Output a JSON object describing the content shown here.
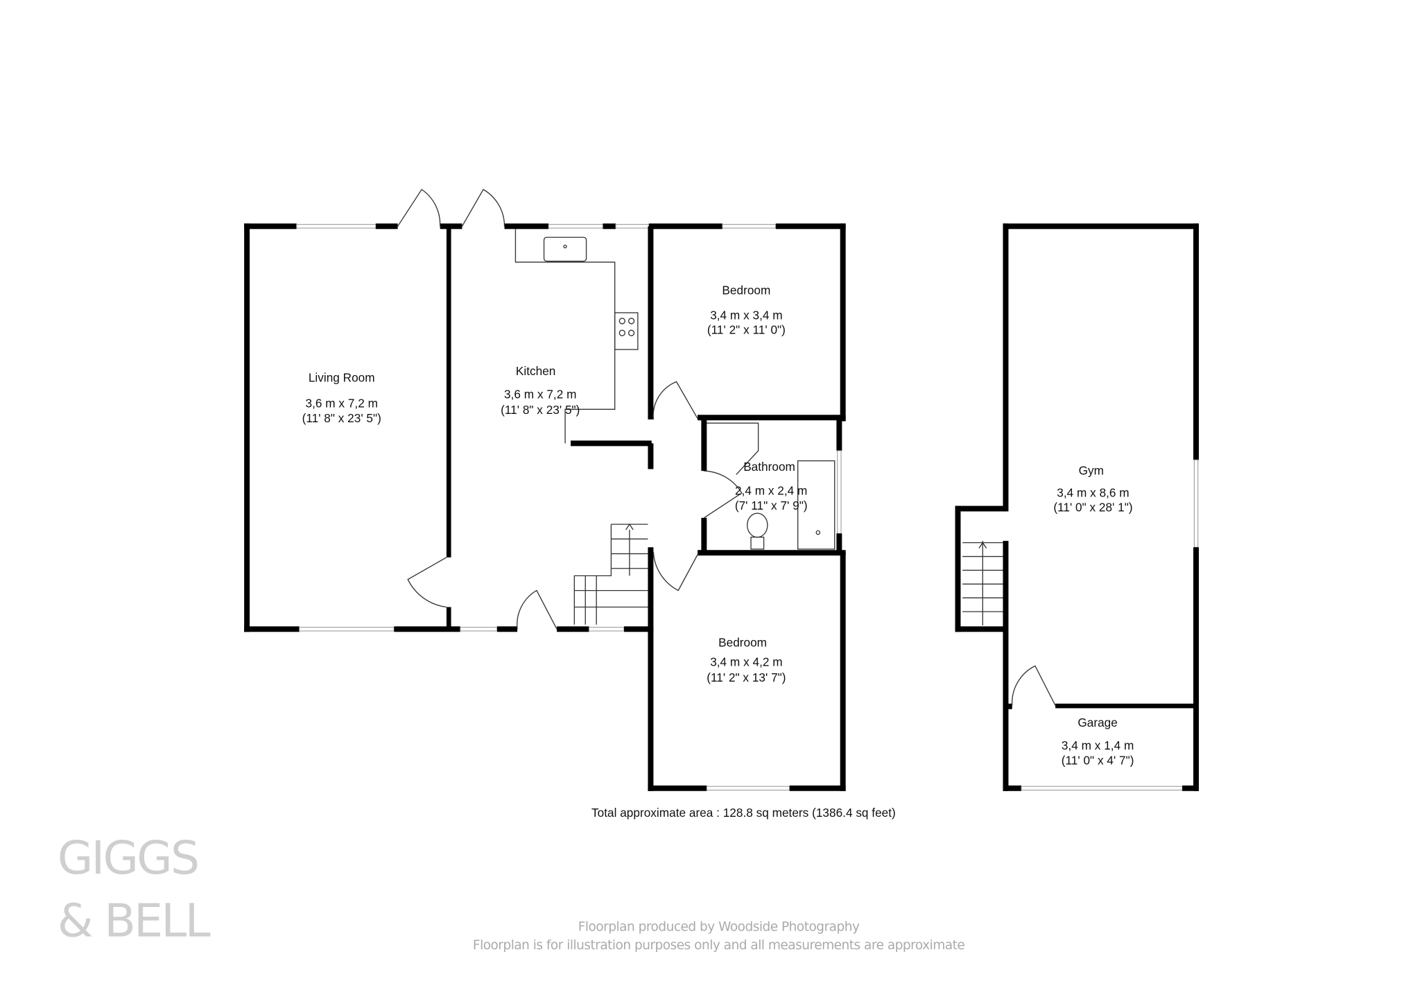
{
  "rooms": {
    "living_room": {
      "name": "Living Room",
      "metric": "3,6 m x 7,2 m",
      "imperial": "(11' 8\" x 23' 5\")"
    },
    "kitchen": {
      "name": "Kitchen",
      "metric": "3,6 m x 7,2 m",
      "imperial": "(11' 8\" x 23' 5\")"
    },
    "bedroom_1": {
      "name": "Bedroom",
      "metric": "3,4 m x 3,4 m",
      "imperial": "(11' 2\" x 11' 0\")"
    },
    "bathroom": {
      "name": "Bathroom",
      "metric": "2,4 m x 2,4 m",
      "imperial": "(7' 11\" x 7' 9\")"
    },
    "bedroom_2": {
      "name": "Bedroom",
      "metric": "3,4 m x 4,2 m",
      "imperial": "(11' 2\" x 13' 7\")"
    },
    "gym": {
      "name": "Gym",
      "metric": "3,4 m x 8,6 m",
      "imperial": "(11' 0\" x 28' 1\")"
    },
    "garage": {
      "name": "Garage",
      "metric": "3,4 m x 1,4 m",
      "imperial": "(11' 0\" x 4' 7\")"
    }
  },
  "total_area": "Total approximate area : 128.8 sq meters (1386.4 sq feet)",
  "logo": {
    "line1": "GIGGS",
    "line2": "& BELL"
  },
  "credits": {
    "line1": "Floorplan produced by Woodside Photography",
    "line2": "Floorplan is for illustration purposes only and all measurements are approximate"
  }
}
